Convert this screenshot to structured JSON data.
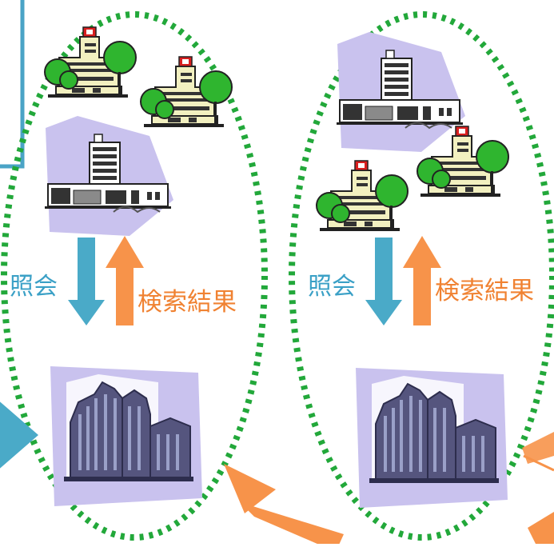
{
  "groups": [
    {
      "query_label": "照会",
      "result_label": "検索結果"
    },
    {
      "query_label": "照会",
      "result_label": "検索結果"
    }
  ],
  "colors": {
    "query_arrow": "#4aaac8",
    "result_arrow": "#f7934a",
    "group_border": "#22a83a",
    "panel_border": "#4aa3c6",
    "hospital_green": "#2fb52f",
    "building_purple": "#55557e",
    "backdrop_lavender": "#c9c2ee"
  },
  "icons": [
    "hospital-icon",
    "hospital-icon",
    "medical-center-icon",
    "medical-center-icon",
    "hospital-icon",
    "hospital-icon",
    "data-center-building-icon",
    "data-center-building-icon"
  ]
}
